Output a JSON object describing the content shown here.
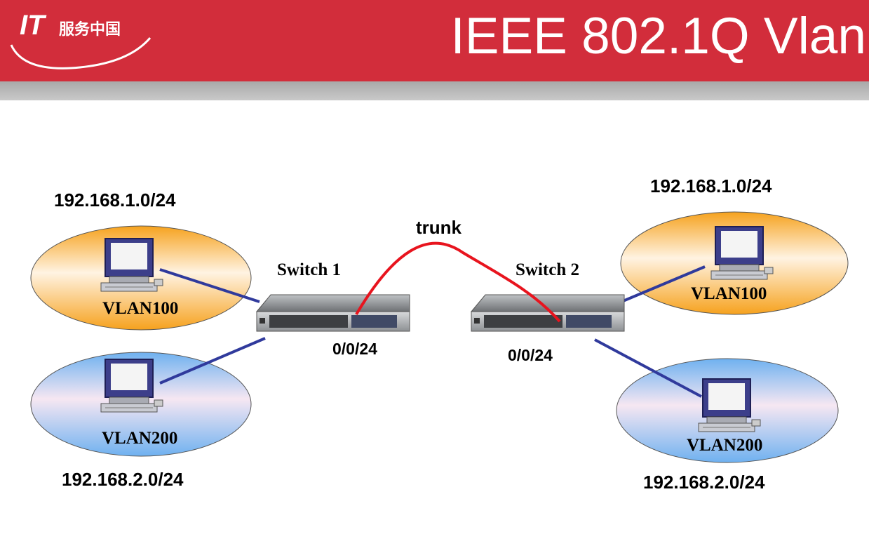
{
  "header": {
    "logo_it": "IT",
    "logo_cn": "服务中国",
    "title": "IEEE 802.1Q Vlan"
  },
  "diagram": {
    "trunk_label": "trunk",
    "switch1": {
      "name": "Switch 1",
      "port": "0/0/24"
    },
    "switch2": {
      "name": "Switch 2",
      "port": "0/0/24"
    },
    "left": {
      "vlan100": {
        "label": "VLAN100",
        "subnet": "192.168.1.0/24"
      },
      "vlan200": {
        "label": "VLAN200",
        "subnet": "192.168.2.0/24"
      }
    },
    "right": {
      "vlan100": {
        "label": "VLAN100",
        "subnet": "192.168.1.0/24"
      },
      "vlan200": {
        "label": "VLAN200",
        "subnet": "192.168.2.0/24"
      }
    },
    "colors": {
      "header": "#d22d3b",
      "trunk": "#e8141e",
      "access_link": "#303a9c",
      "vlan100_fill": "#f6a21e",
      "vlan200_fill": "#79b8f2"
    }
  }
}
